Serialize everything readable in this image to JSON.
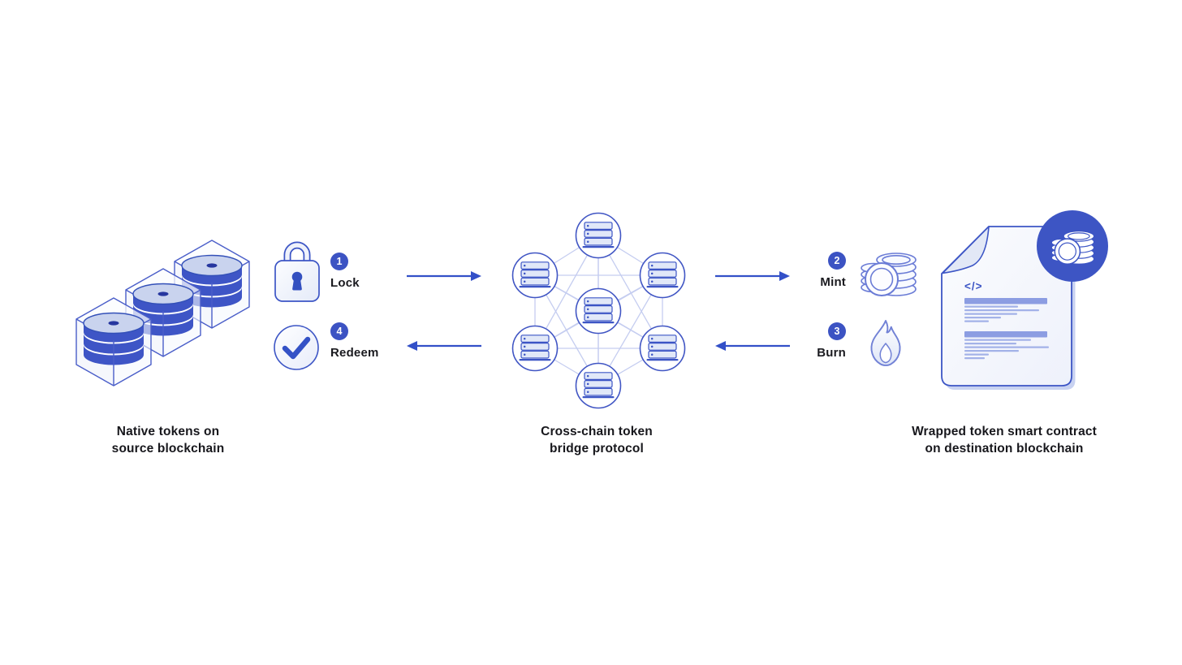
{
  "colors": {
    "primary_blue": "#3b54c6",
    "outline_blue": "#4156c4",
    "mesh_line_blue": "#c5cdf0",
    "light_fill": "#eef1fb",
    "doc_bar_blue": "#8c9de2",
    "badge_blue": "#3c53c3",
    "text_dark": "#17171c",
    "background": "#ffffff"
  },
  "source": {
    "caption_line1": "Native tokens on",
    "caption_line2": "source blockchain",
    "icon": "blockchain-cubes-icon",
    "cube_count": 3
  },
  "bridge": {
    "caption_line1": "Cross-chain token",
    "caption_line2": "bridge protocol",
    "icon": "server-network-icon",
    "server_node_count": 7
  },
  "destination": {
    "caption_line1": "Wrapped token smart contract",
    "caption_line2": "on destination blockchain",
    "icon": "smart-contract-document-icon",
    "badge_icon": "coin-stack-badge-icon",
    "code_glyph": "</>"
  },
  "steps": [
    {
      "number": "1",
      "label": "Lock",
      "icon": "padlock-icon"
    },
    {
      "number": "2",
      "label": "Mint",
      "icon": "coin-stack-icon"
    },
    {
      "number": "3",
      "label": "Burn",
      "icon": "flame-icon"
    },
    {
      "number": "4",
      "label": "Redeem",
      "icon": "checkmark-circle-icon"
    }
  ],
  "arrows": [
    {
      "direction": "right",
      "from": "source",
      "to": "bridge"
    },
    {
      "direction": "left",
      "from": "bridge",
      "to": "source"
    },
    {
      "direction": "right",
      "from": "bridge",
      "to": "destination"
    },
    {
      "direction": "left",
      "from": "destination",
      "to": "bridge"
    }
  ]
}
